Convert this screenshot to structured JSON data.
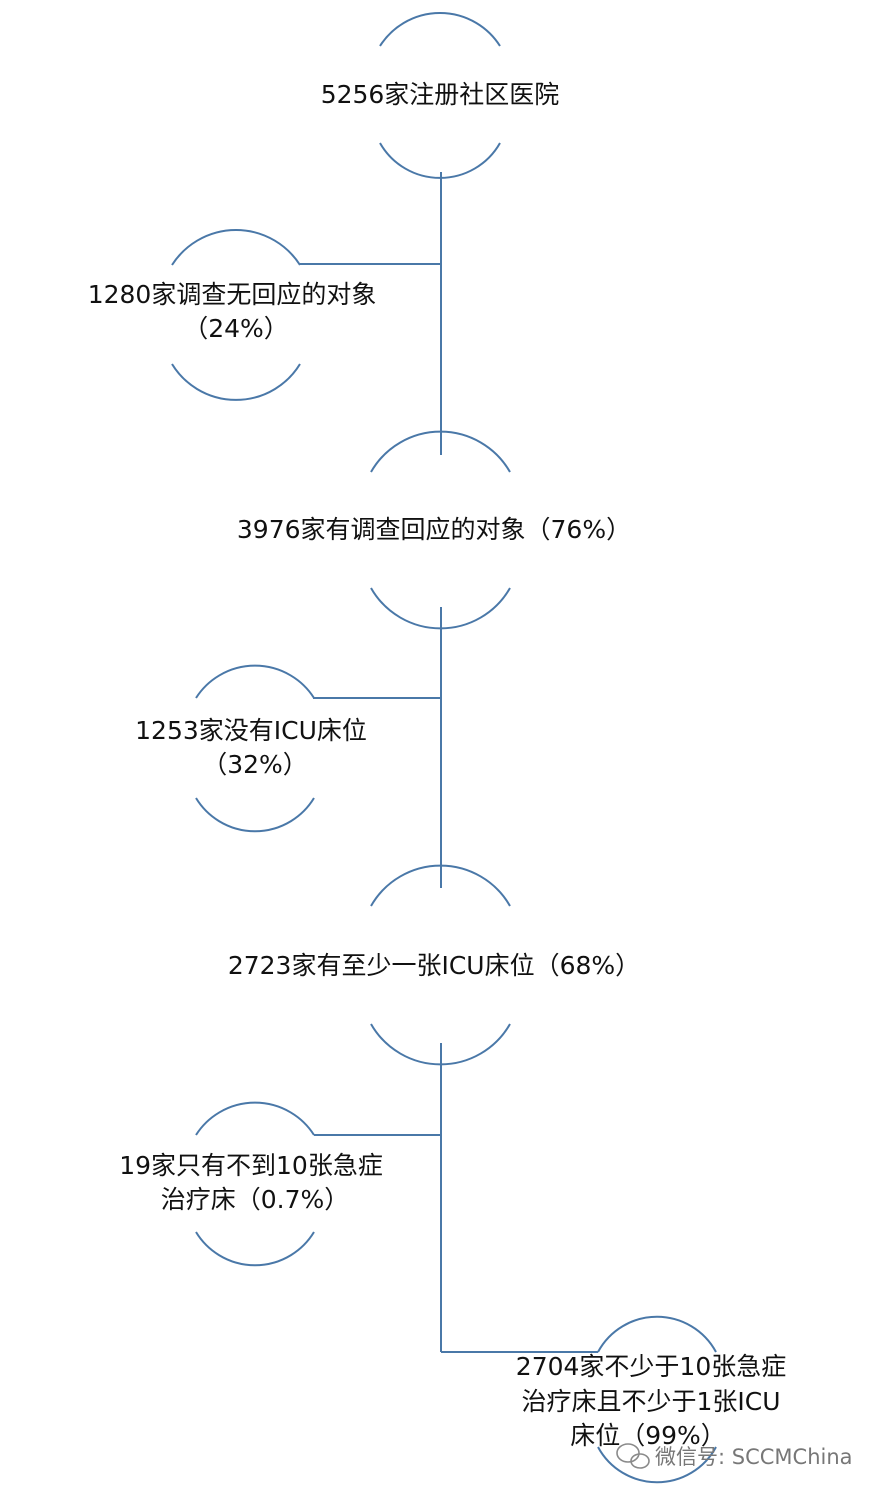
{
  "nodes": {
    "total": {
      "lines": [
        "5256家注册社区医院"
      ]
    },
    "no_response": {
      "lines": [
        "1280家调查无回应的对象",
        "（24%）"
      ]
    },
    "responded": {
      "lines": [
        "3976家有调查回应的对象（76%）"
      ]
    },
    "no_icu": {
      "lines": [
        "1253家没有ICU床位",
        "（32%）"
      ]
    },
    "has_icu": {
      "lines": [
        "2723家有至少一张ICU床位（68%）"
      ]
    },
    "under_10_beds": {
      "lines": [
        "19家只有不到10张急症",
        "治疗床（0.7%）"
      ]
    },
    "at_least_10_beds": {
      "lines": [
        "2704家不少于10张急症",
        "治疗床且不少于1张ICU",
        "床位（99%）"
      ]
    }
  },
  "watermark": {
    "text": "微信号: SCCMChina",
    "icon": "wechat-icon"
  },
  "colors": {
    "lines": "#4a78a8",
    "text": "#111111"
  }
}
